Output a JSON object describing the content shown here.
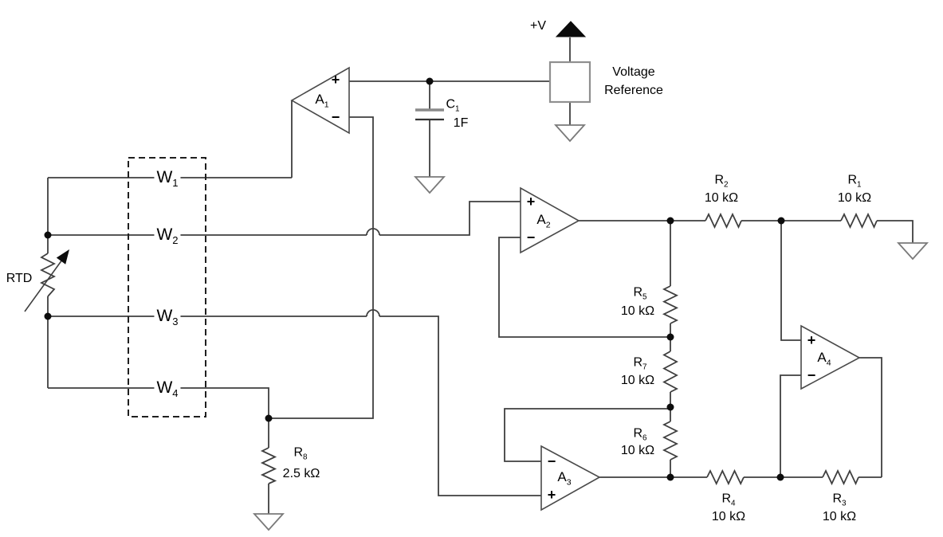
{
  "supply": {
    "label": "+V"
  },
  "voltage_reference": {
    "line1": "Voltage",
    "line2": "Reference"
  },
  "rtd": {
    "label": "RTD"
  },
  "wires": {
    "w1": {
      "main": "W",
      "sub": "1"
    },
    "w2": {
      "main": "W",
      "sub": "2"
    },
    "w3": {
      "main": "W",
      "sub": "3"
    },
    "w4": {
      "main": "W",
      "sub": "4"
    }
  },
  "opamps": {
    "a1": {
      "main": "A",
      "sub": "1",
      "plus": "+",
      "minus": "−"
    },
    "a2": {
      "main": "A",
      "sub": "2",
      "plus": "+",
      "minus": "−"
    },
    "a3": {
      "main": "A",
      "sub": "3",
      "plus": "+",
      "minus": "−"
    },
    "a4": {
      "main": "A",
      "sub": "4",
      "plus": "+",
      "minus": "−"
    }
  },
  "capacitor": {
    "name": {
      "main": "C",
      "sub": "1"
    },
    "value": "1F"
  },
  "resistors": {
    "r1": {
      "main": "R",
      "sub": "1",
      "value": "10 kΩ"
    },
    "r2": {
      "main": "R",
      "sub": "2",
      "value": "10 kΩ"
    },
    "r3": {
      "main": "R",
      "sub": "3",
      "value": "10 kΩ"
    },
    "r4": {
      "main": "R",
      "sub": "4",
      "value": "10 kΩ"
    },
    "r5": {
      "main": "R",
      "sub": "5",
      "value": "10 kΩ"
    },
    "r6": {
      "main": "R",
      "sub": "6",
      "value": "10 kΩ"
    },
    "r7": {
      "main": "R",
      "sub": "7",
      "value": "10 kΩ"
    },
    "r8": {
      "main": "R",
      "sub": "8",
      "value": "2.5 kΩ"
    }
  },
  "colors": {
    "wire": "#3f3f3f",
    "text": "#000000",
    "canvas": "#ffffff"
  }
}
